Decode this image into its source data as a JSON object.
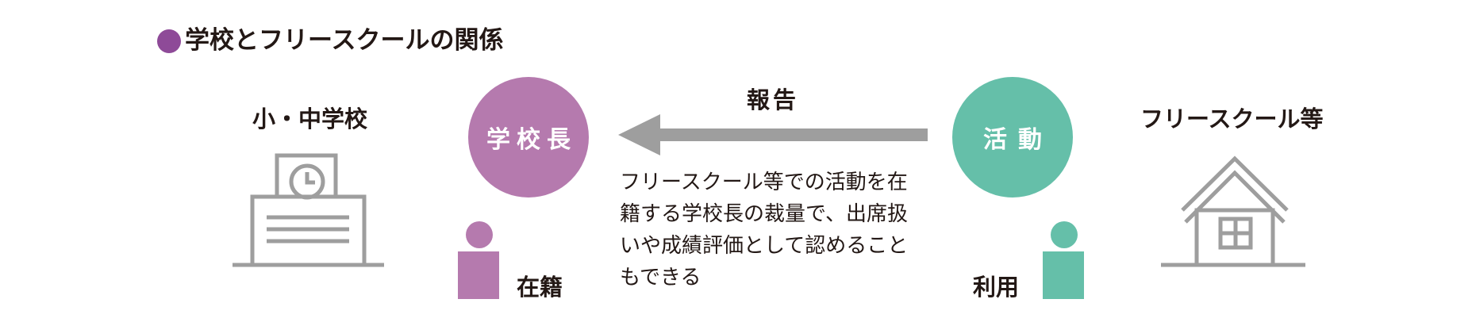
{
  "title": "学校とフリースクールの関係",
  "school": {
    "label": "小・中学校"
  },
  "principal": {
    "label": "学校長"
  },
  "enrolled": {
    "label": "在籍"
  },
  "report": {
    "label": "報告"
  },
  "activity": {
    "label": "活動"
  },
  "use": {
    "label": "利用"
  },
  "freeschool": {
    "label": "フリースクール等"
  },
  "description": [
    "フリースクール等での活動を在",
    "籍する学校長の裁量で、出席扱",
    "いや成績評価として認めること",
    "もできる"
  ],
  "colors": {
    "purple": "#b57aae",
    "teal": "#65bfa9",
    "gray": "#9e9e9e",
    "title_dot": "#8e4a98"
  }
}
